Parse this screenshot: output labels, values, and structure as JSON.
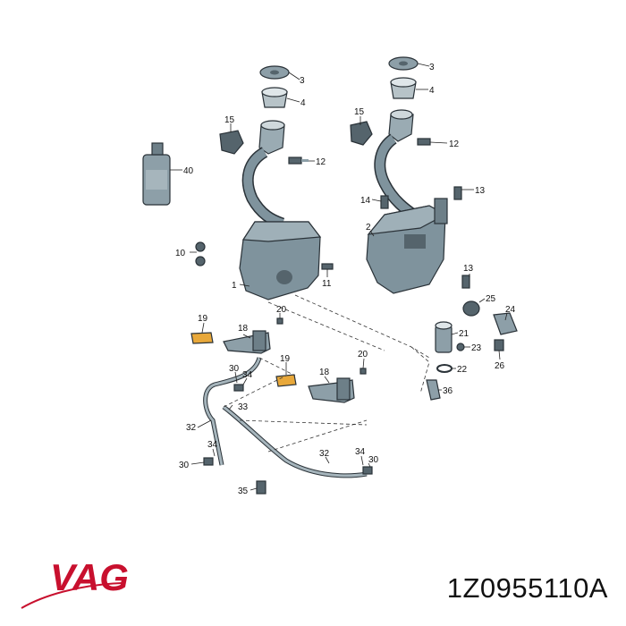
{
  "brand": {
    "name": "VAG",
    "color": "#c8102e"
  },
  "part_number": "1Z0955110A",
  "colors": {
    "part_fill": "#7f939d",
    "part_dark": "#55646c",
    "highlight": "#e8a83a"
  },
  "callouts": {
    "c3a": "3",
    "c4a": "4",
    "c15a": "15",
    "c12a": "12",
    "c40": "40",
    "c10": "10",
    "c1": "1",
    "c11": "11",
    "c19a": "19",
    "c20a": "20",
    "c18a": "18",
    "c30a": "30",
    "c34a": "34",
    "c33": "33",
    "c32a": "32",
    "c34b": "34",
    "c30b": "30",
    "c35": "35",
    "c3b": "3",
    "c4b": "4",
    "c15b": "15",
    "c12b": "12",
    "c14": "14",
    "c13a": "13",
    "c2": "2",
    "c13b": "13",
    "c25": "25",
    "c24": "24",
    "c21": "21",
    "c23": "23",
    "c22": "22",
    "c26": "26",
    "c36": "36",
    "c19b": "19",
    "c20b": "20",
    "c18b": "18",
    "c32b": "32",
    "c34c": "34",
    "c30c": "30"
  }
}
